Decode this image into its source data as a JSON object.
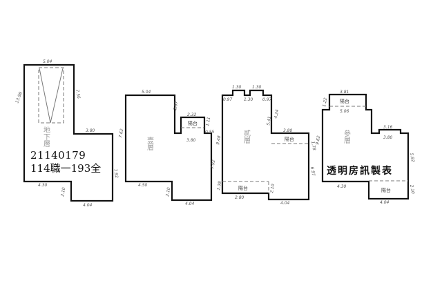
{
  "plans": [
    {
      "room": "地下層",
      "dims": [
        "5.04",
        "13.98",
        "7.56",
        "3.80",
        "7.92",
        "4.30",
        "2.10",
        "4.04"
      ]
    },
    {
      "room": "壹層",
      "balcony": "陽台",
      "dims": [
        "5.04",
        "7.62",
        "2.87",
        "2.32",
        "1.11",
        "3.80",
        "0.55",
        "7.92",
        "4.50",
        "2.10",
        "4.04"
      ]
    },
    {
      "room": "貳層",
      "balcony_labels": [
        "陽台",
        "陽台"
      ],
      "dims": [
        "1.30",
        "1.30",
        "1.30",
        "0.97",
        "0.97",
        "5.41",
        "4.24",
        "3.80",
        "9.48",
        "1.78",
        "6.97",
        "1.38",
        "2.80",
        "2.10",
        "4.04"
      ]
    },
    {
      "room": "參層",
      "balcony_labels": [
        "陽台",
        "陽台"
      ],
      "dims": [
        "3.81",
        "1.22",
        "5.06",
        "3.16",
        "3.80",
        "9.62",
        "5.92",
        "4.30",
        "2.10",
        "4.04"
      ]
    }
  ],
  "case_number": "21140179",
  "case_code": "114職一193全",
  "footer_label": "透明房訊製表"
}
